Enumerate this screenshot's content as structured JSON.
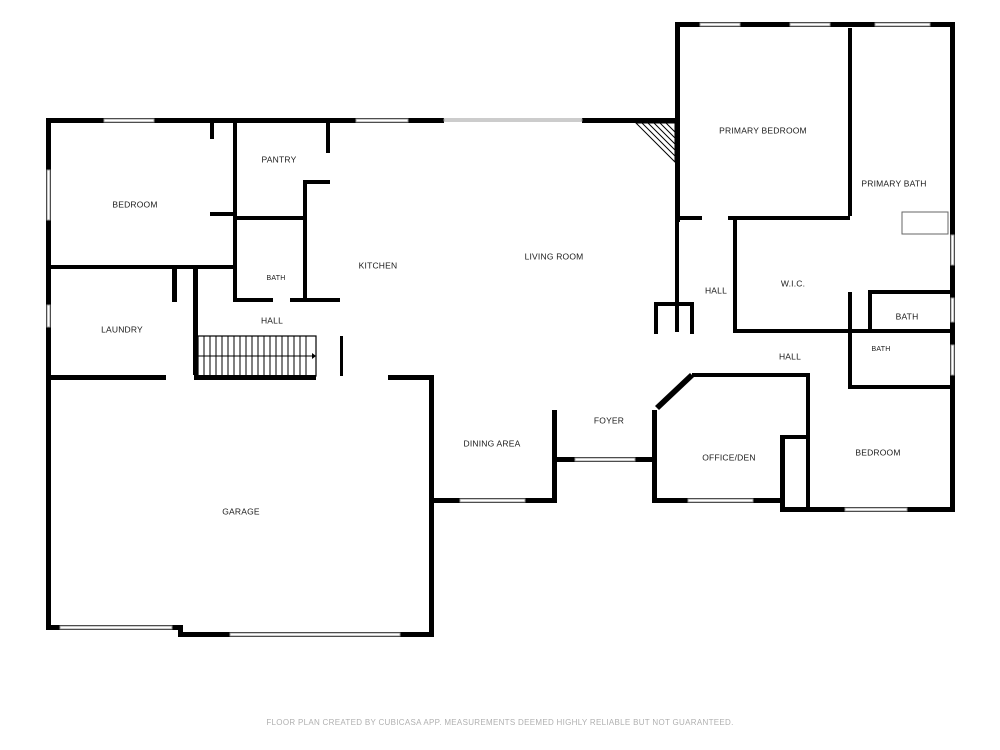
{
  "rooms": {
    "bedroom_west": "BEDROOM",
    "pantry": "PANTRY",
    "kitchen": "KITCHEN",
    "living_room": "LIVING ROOM",
    "primary_bedroom": "PRIMARY BEDROOM",
    "primary_bath": "PRIMARY BATH",
    "bath_center": "BATH",
    "laundry": "LAUNDRY",
    "hall_west": "HALL",
    "hall_east": "HALL",
    "wic": "W.I.C.",
    "bath_east": "BATH",
    "hall_south_east": "HALL",
    "bath_small": "BATH",
    "foyer": "FOYER",
    "dining_area": "DINING AREA",
    "office_den": "OFFICE/DEN",
    "bedroom_east": "BEDROOM",
    "garage": "GARAGE"
  },
  "footer": "FLOOR PLAN CREATED BY CUBICASA APP. MEASUREMENTS DEEMED HIGHLY RELIABLE BUT NOT GUARANTEED."
}
